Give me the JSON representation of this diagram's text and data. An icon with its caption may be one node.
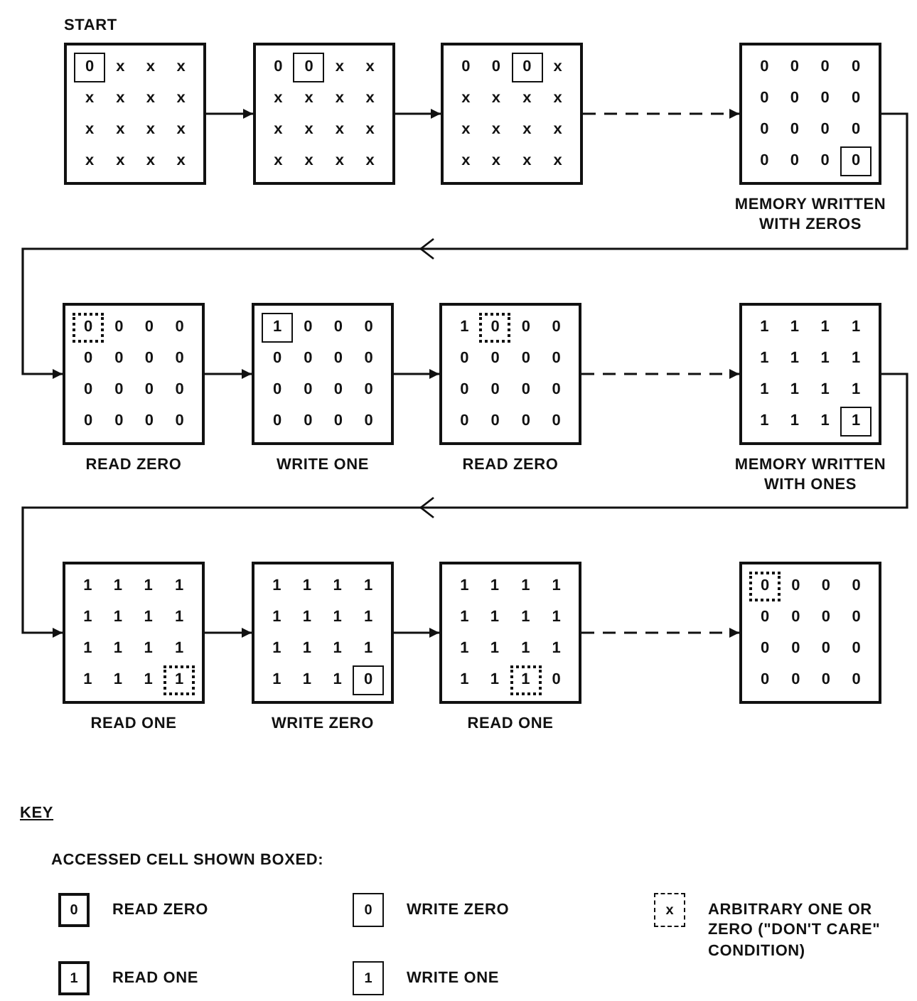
{
  "diagram": {
    "nodes": [
      {
        "text": [
          "x",
          "x",
          "x",
          "x",
          "x",
          "x",
          "x",
          "x",
          "x",
          "x",
          "x",
          "x",
          "x",
          "x",
          "x"
        ],
        "beside": [
          "START"
        ]
      },
      {
        "text": [
          "0"
        ],
        "in": 0
      },
      {
        "text": [
          "0",
          "x",
          "x",
          "x",
          "x",
          "x",
          "x",
          "x",
          "x",
          "x",
          "x",
          "x",
          "x",
          "x",
          "x"
        ]
      },
      {
        "text": [
          "0"
        ],
        "in": 2
      },
      {
        "text": [
          "0",
          "0",
          "x",
          "x",
          "x",
          "x",
          "x",
          "x",
          "x",
          "x",
          "x",
          "x",
          "x",
          "x",
          "x"
        ]
      },
      {
        "text": [
          "0"
        ],
        "in": 4
      },
      {
        "text": [
          "0",
          "0",
          "0",
          "0",
          "0",
          "0",
          "0",
          "0",
          "0",
          "0",
          "0",
          "0",
          "0",
          "0",
          "0"
        ],
        "beside": [
          "MEMORY WRITTEN WITH ZEROS"
        ]
      },
      {
        "text": [
          "0"
        ],
        "in": 6
      },
      {
        "text": [
          "0",
          "0",
          "0",
          "0",
          "0",
          "0",
          "0",
          "0",
          "0",
          "0",
          "0",
          "0",
          "0",
          "0",
          "0"
        ],
        "beside": [
          "READ ZERO"
        ]
      },
      {
        "text": [
          "0"
        ],
        "in": 8
      },
      {
        "text": [
          "0",
          "0",
          "0",
          "0",
          "0",
          "0",
          "0",
          "0",
          "0",
          "0",
          "0",
          "0",
          "0",
          "0",
          "0"
        ],
        "beside": [
          "WRITE ONE"
        ]
      },
      {
        "text": [
          "1"
        ],
        "in": 10
      },
      {
        "text": [
          "1",
          "0",
          "0",
          "0",
          "0",
          "0",
          "0",
          "0",
          "0",
          "0",
          "0",
          "0",
          "0",
          "0",
          "0"
        ],
        "beside": [
          "READ ZERO"
        ]
      },
      {
        "text": [
          "0"
        ],
        "in": 12
      },
      {
        "text": [
          "1",
          "1",
          "1",
          "1",
          "1",
          "1",
          "1",
          "1",
          "1",
          "1",
          "1",
          "1",
          "1",
          "1",
          "1"
        ],
        "beside": [
          "MEMORY WRITTEN WITH ONES"
        ]
      },
      {
        "text": [
          "1"
        ],
        "in": 14
      },
      {
        "text": [
          "1",
          "1",
          "1",
          "1",
          "1",
          "1",
          "1",
          "1",
          "1",
          "1",
          "1",
          "1",
          "1",
          "1",
          "1"
        ],
        "beside": [
          "READ ONE"
        ]
      },
      {
        "text": [
          "1"
        ],
        "in": 16
      },
      {
        "text": [
          "1",
          "1",
          "1",
          "1",
          "1",
          "1",
          "1",
          "1",
          "1",
          "1",
          "1",
          "1",
          "1",
          "1",
          "1"
        ],
        "beside": [
          "WRITE ZERO"
        ]
      },
      {
        "text": [
          "0"
        ],
        "in": 18
      },
      {
        "text": [
          "1",
          "1",
          "1",
          "1",
          "1",
          "1",
          "1",
          "1",
          "1",
          "1",
          "1",
          "1",
          "1",
          "1",
          "0"
        ],
        "beside": [
          "READ ONE"
        ]
      },
      {
        "text": [
          "1"
        ],
        "in": 20
      },
      {
        "text": [
          "0",
          "0",
          "0",
          "0",
          "0",
          "0",
          "0",
          "0",
          "0",
          "0",
          "0",
          "0",
          "0",
          "0",
          "0"
        ]
      },
      {
        "text": [
          "0"
        ],
        "in": 22
      },
      {
        "text": [
          "0"
        ],
        "beside": [
          "READ ZERO"
        ]
      },
      {
        "text": [
          "0"
        ],
        "beside": [
          "WRITE ZERO"
        ]
      },
      {
        "text": [
          "x"
        ],
        "beside": [
          "ARBITRARY ONE OR ZERO (\"DON'T CARE\" CONDITION)"
        ]
      },
      {
        "text": [
          "1"
        ],
        "beside": [
          "READ ONE"
        ]
      },
      {
        "text": [
          "1"
        ],
        "beside": [
          "WRITE ONE"
        ]
      }
    ],
    "edges": [
      {
        "from": 0,
        "to": 2,
        "arrow": "to"
      },
      {
        "from": 2,
        "to": 4,
        "arrow": "to"
      },
      {
        "from": 4,
        "to": 6,
        "arrow": "to",
        "style": "dashed"
      },
      {
        "from": 6,
        "to": 8,
        "arrow": "to"
      },
      {
        "from": 8,
        "to": 10,
        "arrow": "to"
      },
      {
        "from": 10,
        "to": 12,
        "arrow": "to"
      },
      {
        "from": 12,
        "to": 14,
        "arrow": "to",
        "style": "dashed"
      },
      {
        "from": 14,
        "to": 16,
        "arrow": "to"
      },
      {
        "from": 16,
        "to": 18,
        "arrow": "to"
      },
      {
        "from": 18,
        "to": 20,
        "arrow": "to"
      },
      {
        "from": 20,
        "to": 22,
        "arrow": "to",
        "style": "dashed"
      }
    ],
    "labels": [
      "KEY",
      "ACCESSED CELL SHOWN BOXED:"
    ]
  }
}
